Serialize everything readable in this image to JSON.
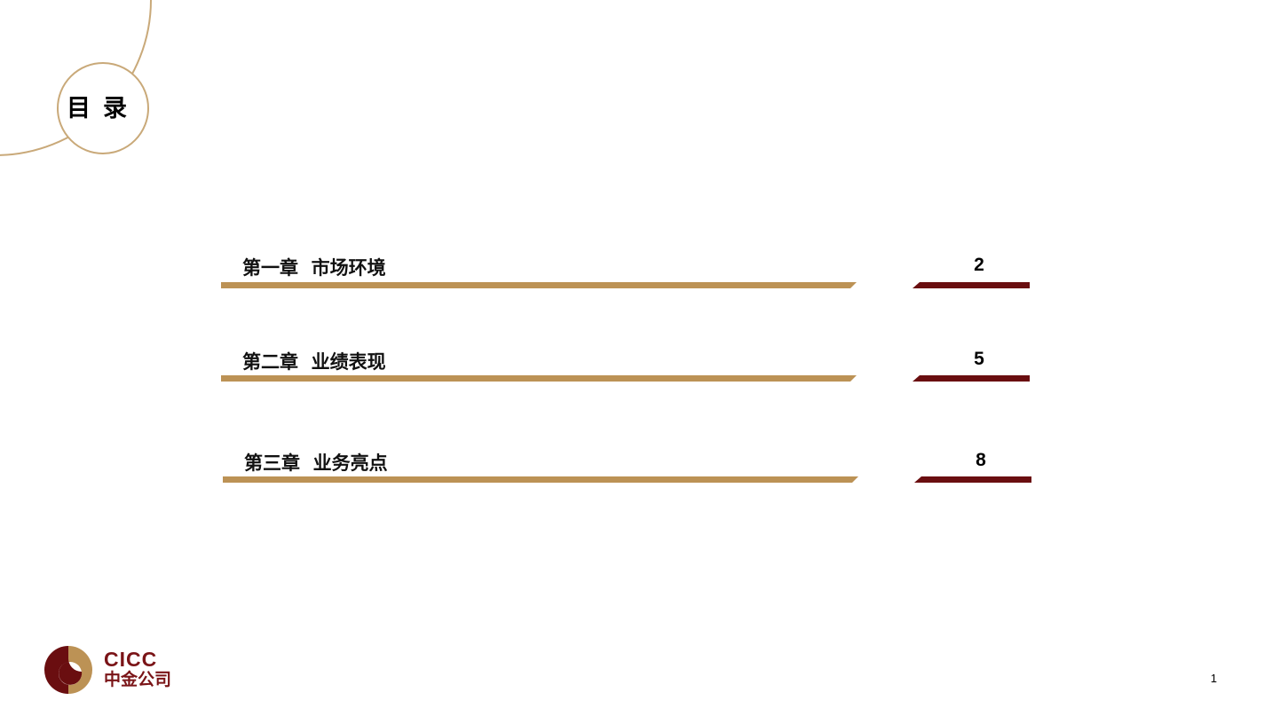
{
  "title": "目录",
  "chapters": [
    {
      "label": "第一章  市场环境",
      "page": "2"
    },
    {
      "label": "第二章  业绩表现",
      "page": "5"
    },
    {
      "label": "第三章  业务亮点",
      "page": "8"
    }
  ],
  "logo": {
    "en": "CICC",
    "cn": "中金公司"
  },
  "slide_number": "1",
  "colors": {
    "gold": "#bc9255",
    "dark_red": "#6a0e10"
  }
}
